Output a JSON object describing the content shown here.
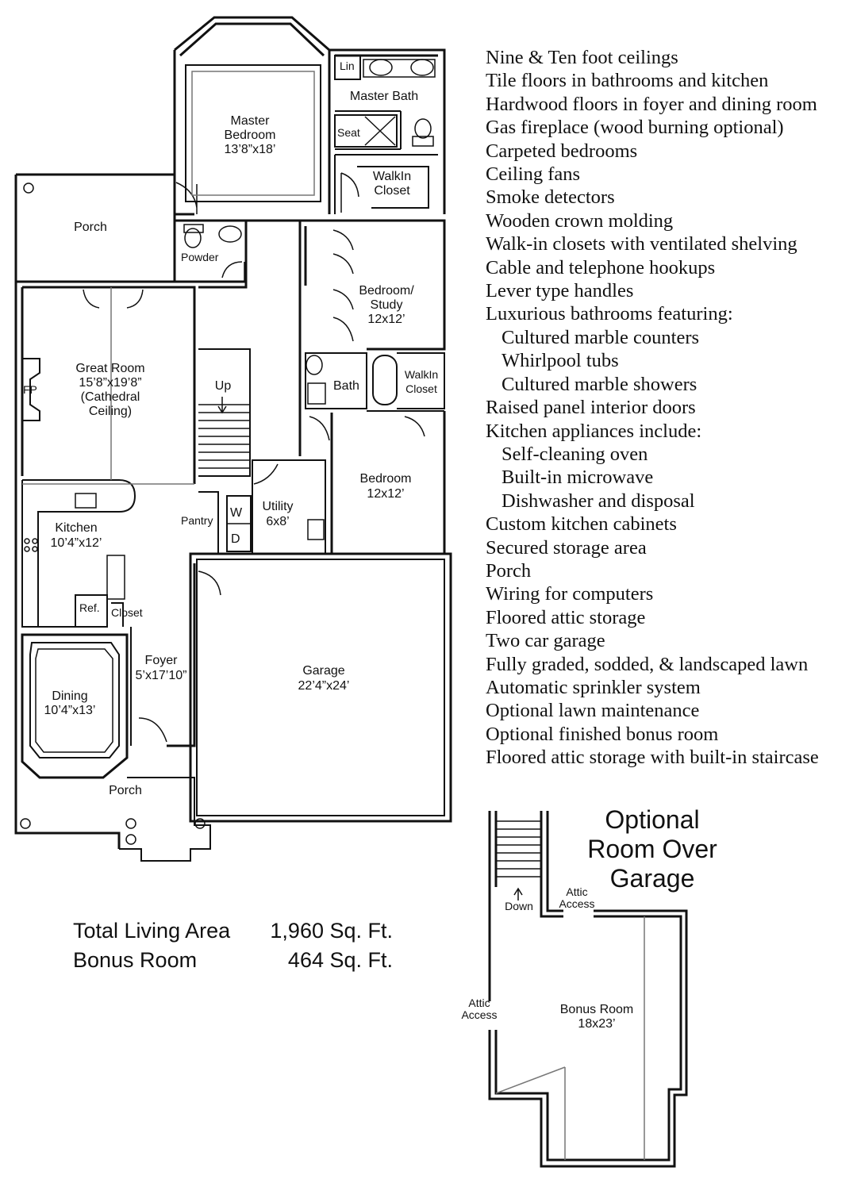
{
  "rooms": {
    "master_bedroom": {
      "name": "Master\nBedroom",
      "size": "13’8”x18’"
    },
    "lin": "Lin",
    "master_bath": "Master Bath",
    "seat": "Seat",
    "walkin_closet_master": "WalkIn\nCloset",
    "porch_top": "Porch",
    "powder": "Powder",
    "bedroom_study": {
      "name": "Bedroom/\nStudy",
      "size": "12x12’"
    },
    "great_room": {
      "name": "Great Room",
      "size": "15’8”x19’8”",
      "note": "(Cathedral\nCeiling)"
    },
    "fp": "FP",
    "up": "Up",
    "bath": "Bath",
    "walkin_closet_bath": "WalkIn\nCloset",
    "bedroom": {
      "name": "Bedroom",
      "size": "12x12’"
    },
    "kitchen": {
      "name": "Kitchen",
      "size": "10’4”x12’"
    },
    "pantry": "Pantry",
    "washer": "W",
    "dryer": "D",
    "utility": {
      "name": "Utility",
      "size": "6x8’"
    },
    "ref": "Ref.",
    "closet": "Closet",
    "foyer": {
      "name": "Foyer",
      "size": "5’x17’10”"
    },
    "garage": {
      "name": "Garage",
      "size": "22’4”x24’"
    },
    "dining": {
      "name": "Dining",
      "size": "10’4”x13’"
    },
    "porch_bottom": "Porch"
  },
  "areas": {
    "total_label": "Total Living Area",
    "total_value": "1,960 Sq. Ft.",
    "bonus_label": "Bonus Room",
    "bonus_value": "464 Sq. Ft."
  },
  "optional": {
    "title": "Optional\nRoom Over\nGarage",
    "down": "Down",
    "attic_access_top": "Attic\nAccess",
    "attic_access_left": "Attic\nAccess",
    "bonus_room": {
      "name": "Bonus Room",
      "size": "18x23’"
    }
  },
  "features": [
    {
      "text": "Nine & Ten foot ceilings",
      "sub": false
    },
    {
      "text": "Tile floors in bathrooms and kitchen",
      "sub": false
    },
    {
      "text": "Hardwood floors in foyer and dining room",
      "sub": false
    },
    {
      "text": "Gas fireplace (wood burning optional)",
      "sub": false
    },
    {
      "text": "Carpeted bedrooms",
      "sub": false
    },
    {
      "text": "Ceiling fans",
      "sub": false
    },
    {
      "text": "Smoke detectors",
      "sub": false
    },
    {
      "text": "Wooden crown molding",
      "sub": false
    },
    {
      "text": "Walk-in closets with ventilated shelving",
      "sub": false
    },
    {
      "text": "Cable and telephone hookups",
      "sub": false
    },
    {
      "text": "Lever type handles",
      "sub": false
    },
    {
      "text": "Luxurious bathrooms featuring:",
      "sub": false
    },
    {
      "text": "Cultured marble counters",
      "sub": true
    },
    {
      "text": "Whirlpool tubs",
      "sub": true
    },
    {
      "text": "Cultured marble showers",
      "sub": true
    },
    {
      "text": "Raised panel interior doors",
      "sub": false
    },
    {
      "text": "Kitchen appliances include:",
      "sub": false
    },
    {
      "text": "Self-cleaning oven",
      "sub": true
    },
    {
      "text": "Built-in microwave",
      "sub": true
    },
    {
      "text": "Dishwasher and disposal",
      "sub": true
    },
    {
      "text": "Custom kitchen cabinets",
      "sub": false
    },
    {
      "text": "Secured storage area",
      "sub": false
    },
    {
      "text": "Porch",
      "sub": false
    },
    {
      "text": "Wiring for computers",
      "sub": false
    },
    {
      "text": "Floored attic storage",
      "sub": false
    },
    {
      "text": "Two car garage",
      "sub": false
    },
    {
      "text": "Fully graded, sodded, & landscaped lawn",
      "sub": false
    },
    {
      "text": "Automatic sprinkler system",
      "sub": false
    },
    {
      "text": "Optional lawn maintenance",
      "sub": false
    },
    {
      "text": "Optional finished bonus room",
      "sub": false
    },
    {
      "text": "Floored attic storage with built-in staircase",
      "sub": false
    }
  ]
}
